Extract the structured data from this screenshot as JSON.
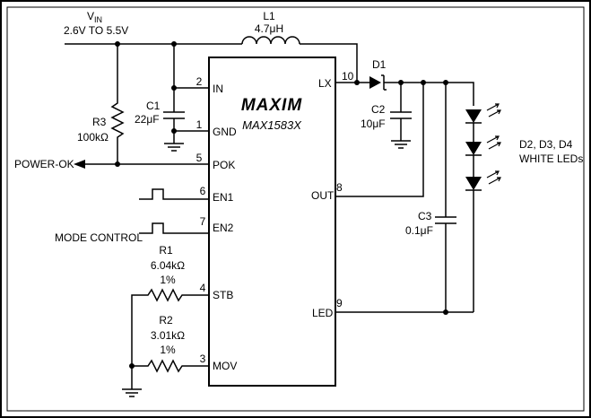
{
  "vin": {
    "label_main": "V",
    "label_sub": "IN",
    "range": "2.6V TO 5.5V"
  },
  "l1": {
    "name": "L1",
    "value": "4.7μH"
  },
  "d1": {
    "name": "D1"
  },
  "c1": {
    "name": "C1",
    "value": "22μF"
  },
  "c2": {
    "name": "C2",
    "value": "10μF"
  },
  "c3": {
    "name": "C3",
    "value": "0.1μF"
  },
  "r1": {
    "name": "R1",
    "value": "6.04kΩ",
    "tol": "1%"
  },
  "r2": {
    "name": "R2",
    "value": "3.01kΩ",
    "tol": "1%"
  },
  "r3": {
    "name": "R3",
    "value": "100kΩ"
  },
  "ic": {
    "logo": "MAXIM",
    "part": "MAX1583X"
  },
  "pins": {
    "in": {
      "num": "2",
      "name": "IN"
    },
    "gnd": {
      "num": "1",
      "name": "GND"
    },
    "pok": {
      "num": "5",
      "name": "POK"
    },
    "en1": {
      "num": "6",
      "name": "EN1"
    },
    "en2": {
      "num": "7",
      "name": "EN2"
    },
    "stb": {
      "num": "4",
      "name": "STB"
    },
    "mov": {
      "num": "3",
      "name": "MOV"
    },
    "lx": {
      "num": "10",
      "name": "LX"
    },
    "out": {
      "num": "8",
      "name": "OUT"
    },
    "led": {
      "num": "9",
      "name": "LED"
    }
  },
  "power_ok": "POWER-OK",
  "mode_control": "MODE CONTROL",
  "leds": {
    "line1": "D2, D3, D4",
    "line2": "WHITE LEDs"
  }
}
